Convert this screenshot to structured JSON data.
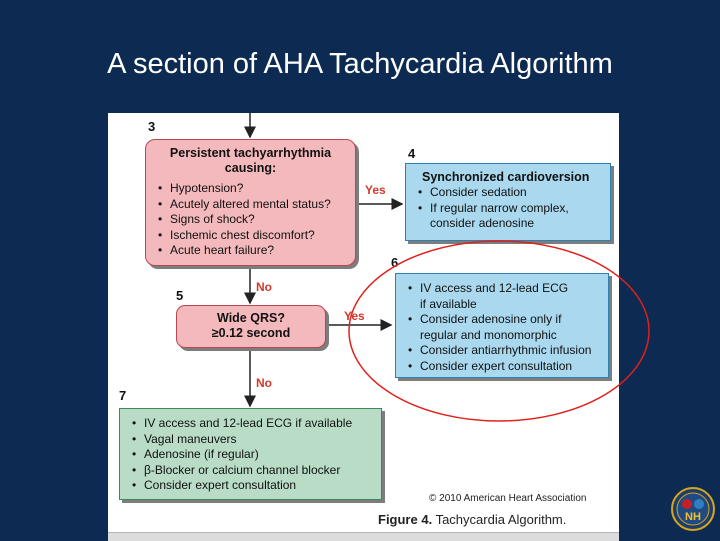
{
  "slide": {
    "title": "A section of AHA Tachycardia Algorithm"
  },
  "figure": {
    "steps": {
      "s3": "3",
      "s4": "4",
      "s5": "5",
      "s6": "6",
      "s7": "7"
    },
    "box3": {
      "title_line1": "Persistent tachyarrhythmia",
      "title_line2": "causing:",
      "items": [
        "Hypotension?",
        "Acutely altered mental status?",
        "Signs of shock?",
        "Ischemic chest discomfort?",
        "Acute heart failure?"
      ]
    },
    "box4": {
      "title": "Synchronized cardioversion",
      "items": [
        "Consider sedation",
        "If regular narrow complex,",
        "consider adenosine"
      ]
    },
    "box5": {
      "line1": "Wide QRS?",
      "line2": "≥0.12 second"
    },
    "box6": {
      "items": [
        "IV access and 12-lead ECG",
        "if available",
        "Consider adenosine only if",
        "regular and monomorphic",
        "Consider antiarrhythmic infusion",
        "Consider expert consultation"
      ]
    },
    "box7": {
      "items": [
        "IV access and 12-lead ECG if available",
        "Vagal maneuvers",
        "Adenosine (if regular)",
        "β-Blocker or calcium channel blocker",
        "Consider expert consultation"
      ]
    },
    "labels": {
      "yes1": "Yes",
      "no1": "No",
      "yes2": "Yes",
      "no2": "No"
    },
    "copyright": "© 2010 American Heart Association",
    "caption_bold": "Figure 4.",
    "caption_text": "Tachycardia Algorithm."
  },
  "logo": {
    "text": "NH"
  },
  "colors": {
    "background": "#0d2b52",
    "highlight_circle": "#e0201b",
    "pink_box": "#f4b9bd",
    "blue_box": "#a9d8ef",
    "green_box": "#b9dcc6"
  }
}
